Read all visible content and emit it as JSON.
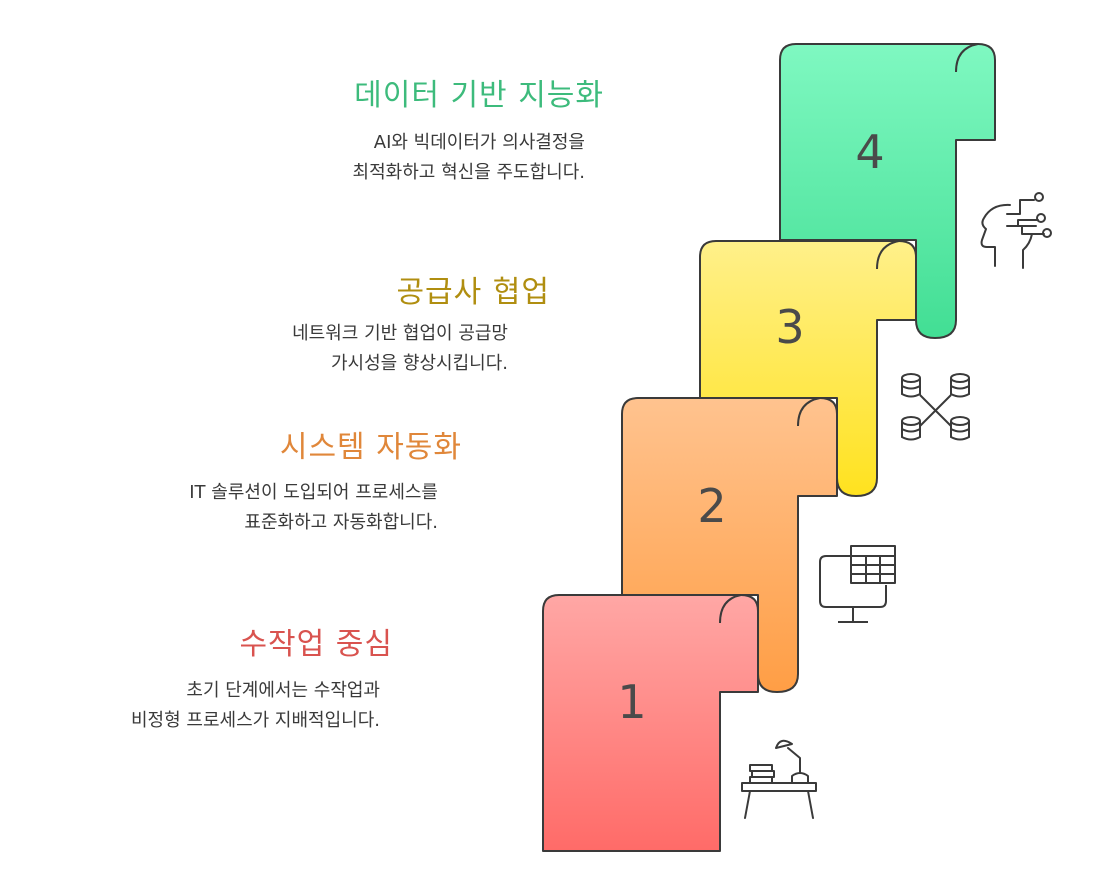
{
  "steps": [
    {
      "number": "1",
      "title": "수작업 중심",
      "desc": [
        "초기 단계에서는 수작업과",
        "비정형 프로세스가 지배적입니다."
      ],
      "title_color": "#d9534f",
      "fill_top": "#ffa7a5",
      "fill_bottom": "#ff6b68",
      "icon": "desk-lamp-books-icon"
    },
    {
      "number": "2",
      "title": "시스템 자동화",
      "desc": [
        "IT 솔루션이 도입되어 프로세스를",
        "표준화하고 자동화합니다."
      ],
      "title_color": "#e0873a",
      "fill_top": "#ffc38f",
      "fill_bottom": "#ff9e45",
      "icon": "computer-table-icon"
    },
    {
      "number": "3",
      "title": "공급사 협업",
      "desc": [
        "네트워크 기반 협업이 공급망",
        "가시성을 향상시킵니다."
      ],
      "title_color": "#b08e10",
      "fill_top": "#fff08a",
      "fill_bottom": "#ffe21f",
      "icon": "database-network-icon"
    },
    {
      "number": "4",
      "title": "데이터 기반 지능화",
      "desc": [
        "AI와 빅데이터가 의사결정을",
        "최적화하고 혁신을 주도합니다."
      ],
      "title_color": "#3dbb7c",
      "fill_top": "#7ff8c1",
      "fill_bottom": "#42de94",
      "icon": "ai-head-circuit-icon"
    }
  ]
}
